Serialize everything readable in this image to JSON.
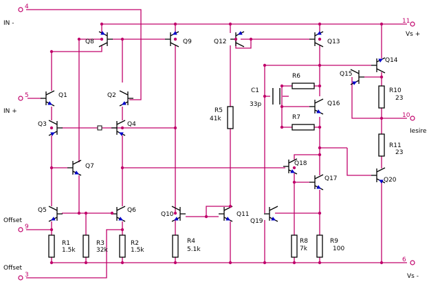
{
  "terminals": [
    {
      "id": "t4",
      "num": "4",
      "label": "IN -"
    },
    {
      "id": "t5",
      "num": "5",
      "label": "IN +"
    },
    {
      "id": "t9",
      "num": "9",
      "label": "Offset"
    },
    {
      "id": "t3",
      "num": "3",
      "label": "Offset"
    },
    {
      "id": "t11",
      "num": "11",
      "label": "Vs +"
    },
    {
      "id": "t10",
      "num": "10",
      "label": "Iesire"
    },
    {
      "id": "t6",
      "num": "6",
      "label": "Vs -"
    }
  ],
  "transistors": [
    "Q1",
    "Q2",
    "Q3",
    "Q4",
    "Q5",
    "Q6",
    "Q7",
    "Q8",
    "Q9",
    "Q10",
    "Q11",
    "Q12",
    "Q13",
    "Q14",
    "Q15",
    "Q16",
    "Q17",
    "Q18",
    "Q19",
    "Q20"
  ],
  "resistors": [
    {
      "name": "R1",
      "value": "1.5k"
    },
    {
      "name": "R2",
      "value": "1.5k"
    },
    {
      "name": "R3",
      "value": "32k"
    },
    {
      "name": "R4",
      "value": "5.1k"
    },
    {
      "name": "R5",
      "value": "41k"
    },
    {
      "name": "R6",
      "value": ""
    },
    {
      "name": "R7",
      "value": ""
    },
    {
      "name": "R8",
      "value": "7k"
    },
    {
      "name": "R9",
      "value": "100"
    },
    {
      "name": "R10",
      "value": "23"
    },
    {
      "name": "R11",
      "value": "23"
    }
  ],
  "capacitor": {
    "name": "C1",
    "value": "33p"
  }
}
